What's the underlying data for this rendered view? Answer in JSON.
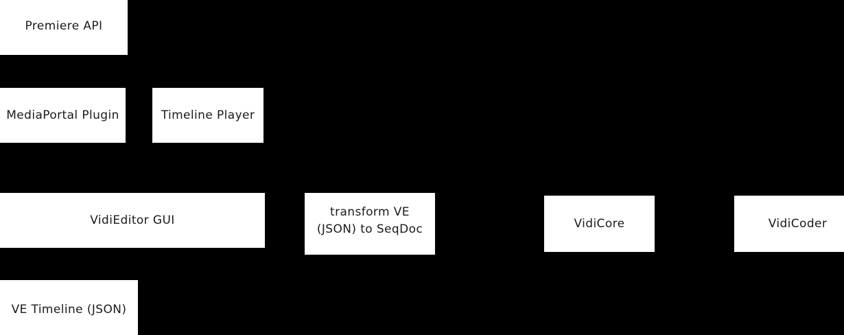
{
  "diagram": {
    "type": "architecture-block-diagram",
    "background_color": "#000000",
    "node_fill_color": "#ffffff",
    "node_text_color": "#1a1a1a",
    "nodes": [
      {
        "id": "premiere-api",
        "label": "Premiere API"
      },
      {
        "id": "mediaportal-plugin",
        "label": "MediaPortal Plugin"
      },
      {
        "id": "timeline-player",
        "label": "Timeline Player"
      },
      {
        "id": "vidieditor-gui",
        "label": "VidiEditor GUI"
      },
      {
        "id": "transform-ve",
        "label": "transform VE\n(JSON) to SeqDoc"
      },
      {
        "id": "vidicore",
        "label": "VidiCore"
      },
      {
        "id": "vidicoder",
        "label": "VidiCoder"
      },
      {
        "id": "ve-timeline-json",
        "label": "VE Timeline (JSON)"
      }
    ]
  }
}
